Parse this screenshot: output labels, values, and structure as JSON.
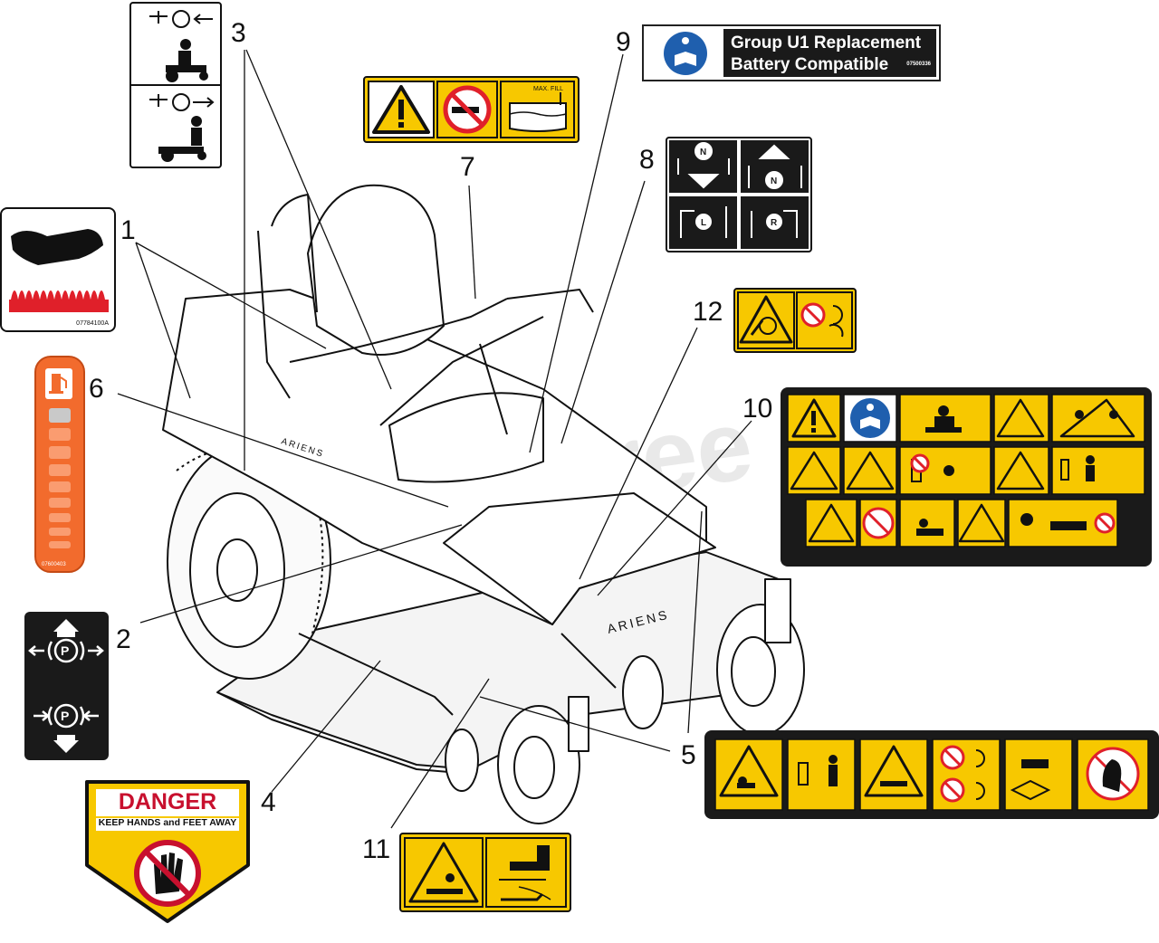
{
  "callouts": [
    "1",
    "2",
    "3",
    "4",
    "5",
    "6",
    "7",
    "8",
    "9",
    "10",
    "11",
    "12"
  ],
  "battery_decal": {
    "line1": "Group U1 Replacement",
    "line2": "Battery Compatible",
    "part_number": "07500336"
  },
  "danger_decal": {
    "title": "DANGER",
    "subtitle": "KEEP HANDS and FEET AWAY"
  },
  "fuel_decal": {
    "part_number": "07600403"
  },
  "hot_decal": {
    "part_number": "07784100A"
  },
  "fuel_tank_decal": {
    "max_fill": "MAX. FILL"
  },
  "watermark": "PartsTree",
  "mower_brand": "ARIENS",
  "colors": {
    "safety_yellow": "#f7c800",
    "danger_red": "#c8102e",
    "decal_black": "#1a1a1a",
    "fuel_orange": "#f26b2d",
    "info_blue": "#1f5fae"
  }
}
